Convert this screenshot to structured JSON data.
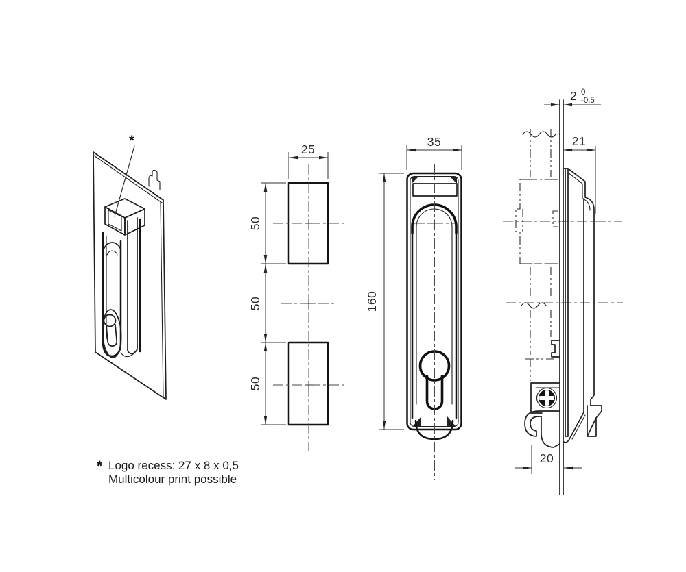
{
  "note": {
    "marker": "*",
    "line1": "Logo recess: 27 x 8 x 0,5",
    "line2": "Multicolour print possible"
  },
  "views": {
    "perspective": {
      "name": "isometric view of swing handle on panel"
    },
    "cutout": {
      "dim_width": "25",
      "dim_top": "50",
      "dim_mid": "50",
      "dim_bottom": "50"
    },
    "front": {
      "dim_width": "35",
      "dim_height": "160"
    },
    "side": {
      "dim_flange": "21",
      "dim_rear": "20",
      "dim_panel": "2",
      "tol_upper": "0",
      "tol_lower": "-0.5"
    }
  },
  "colors": {
    "line": "#1f1f1f",
    "centerline": "#4a4a4a",
    "background": "#ffffff"
  }
}
